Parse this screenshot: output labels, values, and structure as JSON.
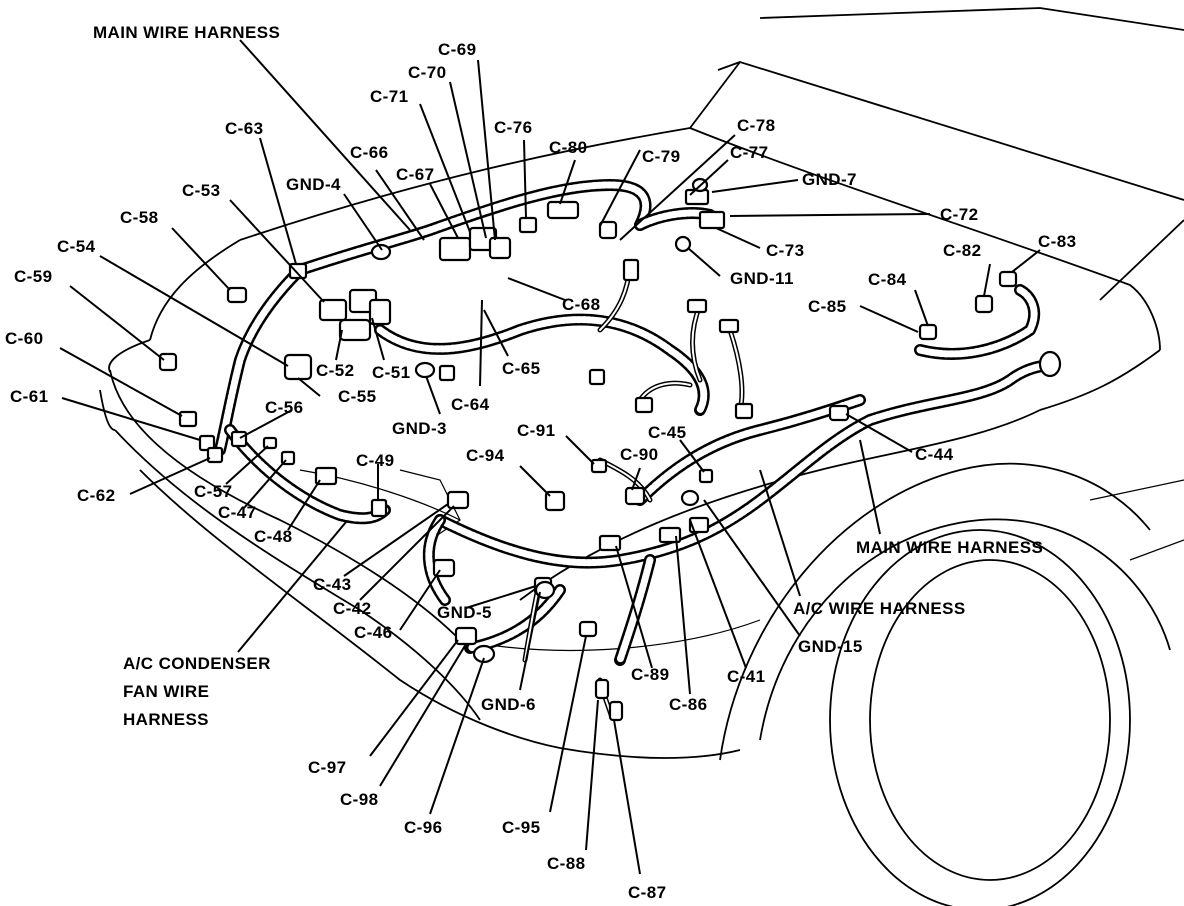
{
  "labels": {
    "main_harness_top": "MAIN WIRE HARNESS",
    "main_harness_right": "MAIN WIRE HARNESS",
    "ac_wire_harness": "A/C WIRE HARNESS",
    "ac_condenser_1": "A/C CONDENSER",
    "ac_condenser_2": "FAN WIRE",
    "ac_condenser_3": "HARNESS",
    "c69": "C-69",
    "c70": "C-70",
    "c71": "C-71",
    "c76": "C-76",
    "c80": "C-80",
    "c79": "C-79",
    "c78": "C-78",
    "c77": "C-77",
    "gnd7": "GND-7",
    "c72": "C-72",
    "c73": "C-73",
    "gnd11": "GND-11",
    "c82": "C-82",
    "c83": "C-83",
    "c84": "C-84",
    "c85": "C-85",
    "c63": "C-63",
    "c66": "C-66",
    "gnd4": "GND-4",
    "c67": "C-67",
    "c53": "C-53",
    "c58": "C-58",
    "c54": "C-54",
    "c59": "C-59",
    "c60": "C-60",
    "c61": "C-61",
    "c62": "C-62",
    "c68": "C-68",
    "c52": "C-52",
    "c51": "C-51",
    "c65": "C-65",
    "c55": "C-55",
    "c56": "C-56",
    "c64": "C-64",
    "gnd3": "GND-3",
    "c57": "C-57",
    "c47": "C-47",
    "c48": "C-48",
    "c49": "C-49",
    "c91": "C-91",
    "c45": "C-45",
    "c94": "C-94",
    "c90": "C-90",
    "c44": "C-44",
    "c43": "C-43",
    "c42": "C-42",
    "gnd5": "GND-5",
    "c46": "C-46",
    "gnd15": "GND-15",
    "c89": "C-89",
    "c41": "C-41",
    "c86": "C-86",
    "gnd6": "GND-6",
    "c97": "C-97",
    "c98": "C-98",
    "c96": "C-96",
    "c95": "C-95",
    "c88": "C-88",
    "c87": "C-87"
  }
}
